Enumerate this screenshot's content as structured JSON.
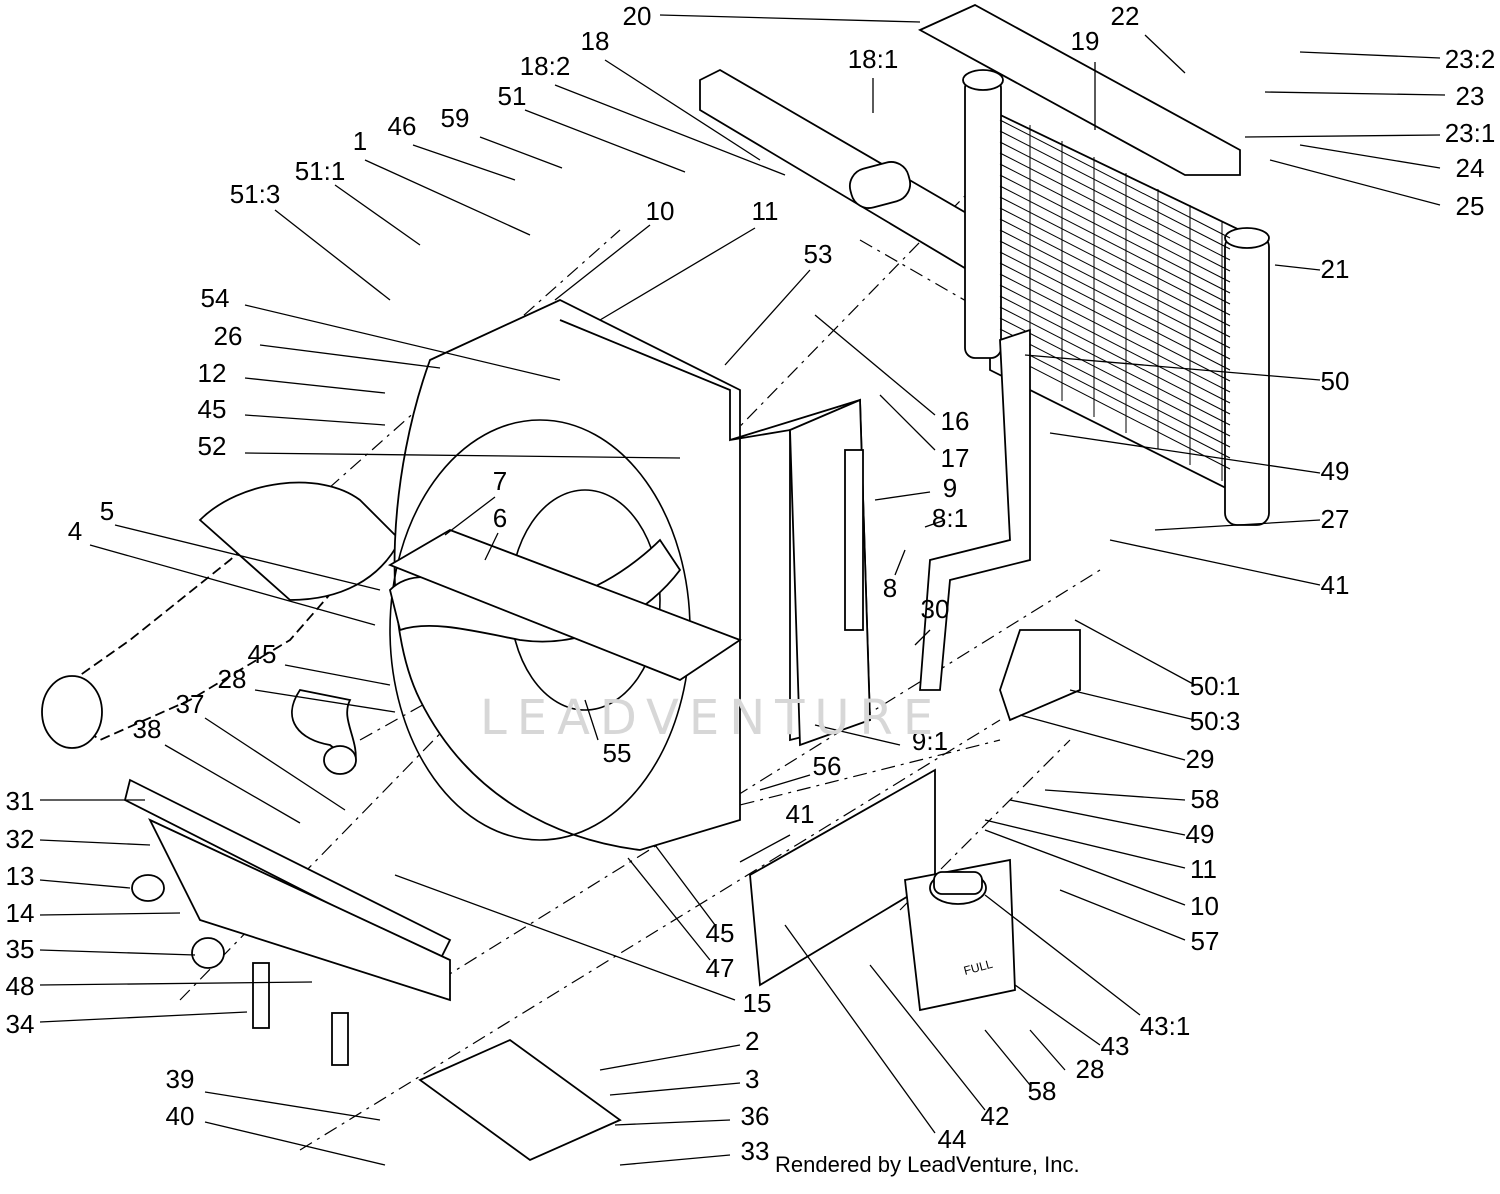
{
  "diagram": {
    "footer": "Rendered by LeadVenture, Inc.",
    "watermark": "LEADVENTURE",
    "tank_text": "FULL",
    "callouts": [
      "1",
      "2",
      "3",
      "4",
      "5",
      "6",
      "7",
      "8",
      "8:1",
      "9",
      "9:1",
      "10",
      "10",
      "11",
      "11",
      "12",
      "13",
      "14",
      "15",
      "16",
      "17",
      "18",
      "18:1",
      "18:2",
      "19",
      "20",
      "21",
      "22",
      "23",
      "23:1",
      "23:2",
      "24",
      "25",
      "26",
      "27",
      "28",
      "28",
      "29",
      "30",
      "31",
      "32",
      "33",
      "34",
      "35",
      "36",
      "37",
      "38",
      "39",
      "40",
      "41",
      "41",
      "42",
      "43",
      "43:1",
      "44",
      "45",
      "45",
      "45",
      "46",
      "47",
      "48",
      "49",
      "49",
      "50",
      "50:1",
      "50:3",
      "51",
      "51:1",
      "51:3",
      "52",
      "53",
      "54",
      "55",
      "56",
      "57",
      "58",
      "58",
      "59"
    ]
  }
}
